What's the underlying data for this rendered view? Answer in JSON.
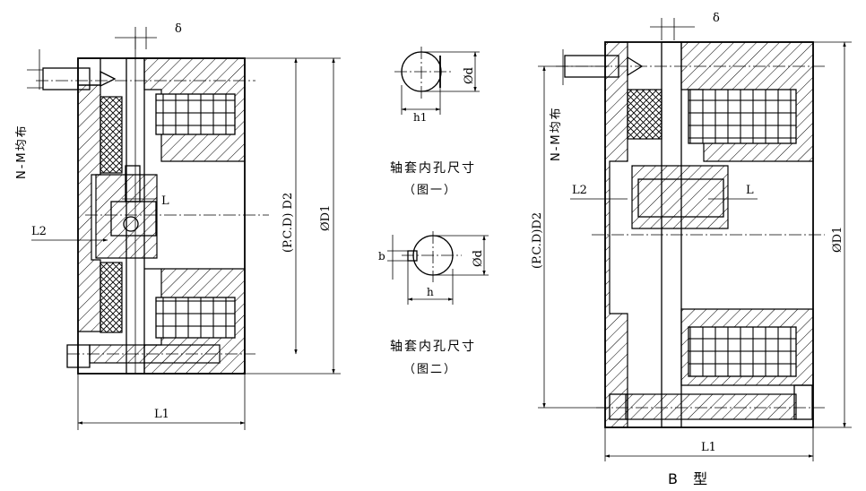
{
  "labels": {
    "delta": "δ",
    "nm": "N-M均布",
    "pcd_d2": "(P.C.D) D2",
    "pcd_d2_b": "(P.C.D)D2",
    "od1": "ØD1",
    "l": "L",
    "l1": "L1",
    "l2": "L2",
    "od": "Ød",
    "h1": "h1",
    "h": "h",
    "b": "b"
  },
  "captions": {
    "bore1_title": "轴套内孔尺寸",
    "bore1_sub": "（图一）",
    "bore2_title": "轴套内孔尺寸",
    "bore2_sub": "（图二）",
    "type_b": "B 型"
  }
}
